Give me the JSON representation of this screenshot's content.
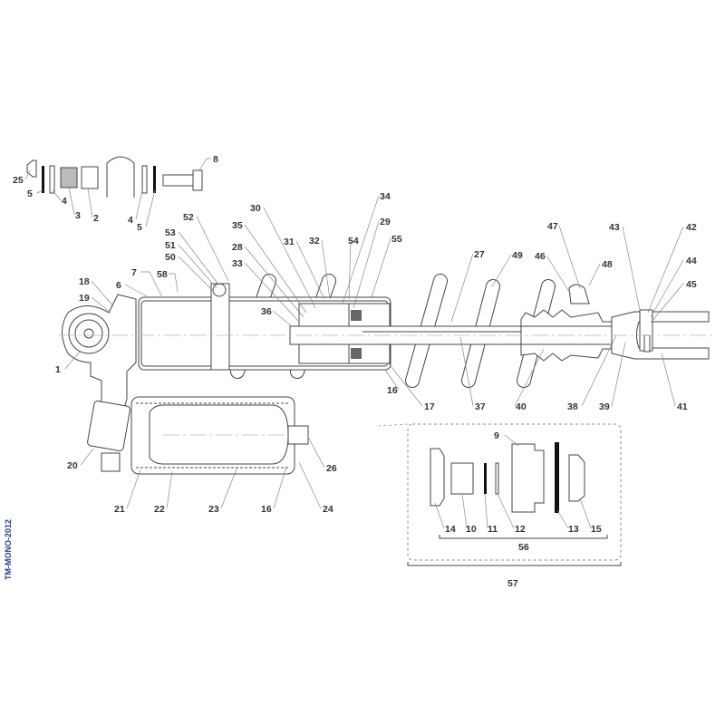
{
  "drawing_code": "TM-MONO-2012",
  "labels": {
    "l1": "1",
    "l2": "2",
    "l3": "3",
    "l4a": "4",
    "l4b": "4",
    "l5a": "5",
    "l5b": "5",
    "l6": "6",
    "l7": "7",
    "l8": "8",
    "l9": "9",
    "l10": "10",
    "l11": "11",
    "l12": "12",
    "l13": "13",
    "l14": "14",
    "l15": "15",
    "l16a": "16",
    "l16b": "16",
    "l17": "17",
    "l18": "18",
    "l19": "19",
    "l20": "20",
    "l21": "21",
    "l22": "22",
    "l23": "23",
    "l24": "24",
    "l25": "25",
    "l26": "26",
    "l27": "27",
    "l28": "28",
    "l29": "29",
    "l30": "30",
    "l31": "31",
    "l32": "32",
    "l33": "33",
    "l34": "34",
    "l35": "35",
    "l36": "36",
    "l37": "37",
    "l38": "38",
    "l39": "39",
    "l40": "40",
    "l41": "41",
    "l42": "42",
    "l43": "43",
    "l44": "44",
    "l45": "45",
    "l46": "46",
    "l47": "47",
    "l48": "48",
    "l49": "49",
    "l50": "50",
    "l51": "51",
    "l52": "52",
    "l53": "53",
    "l54": "54",
    "l55": "55",
    "l56": "56",
    "l57": "57",
    "l58": "58"
  }
}
